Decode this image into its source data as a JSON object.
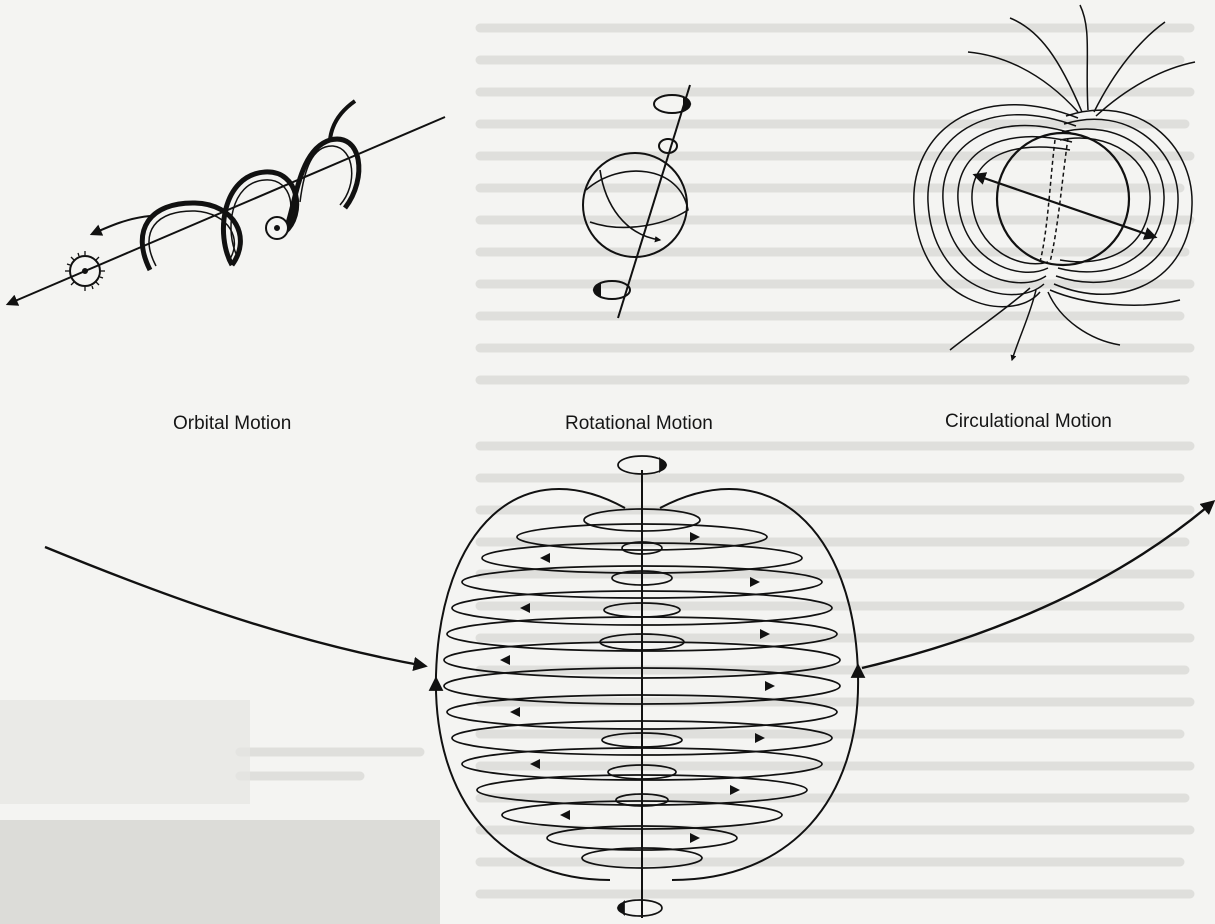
{
  "captions": {
    "orbital": "Orbital Motion",
    "rotational": "Rotational Motion",
    "circulational": "Circulational Motion"
  },
  "colors": {
    "ink": "#111111",
    "paper": "#f4f4f2",
    "bleed_text": "#c4c4c0"
  }
}
